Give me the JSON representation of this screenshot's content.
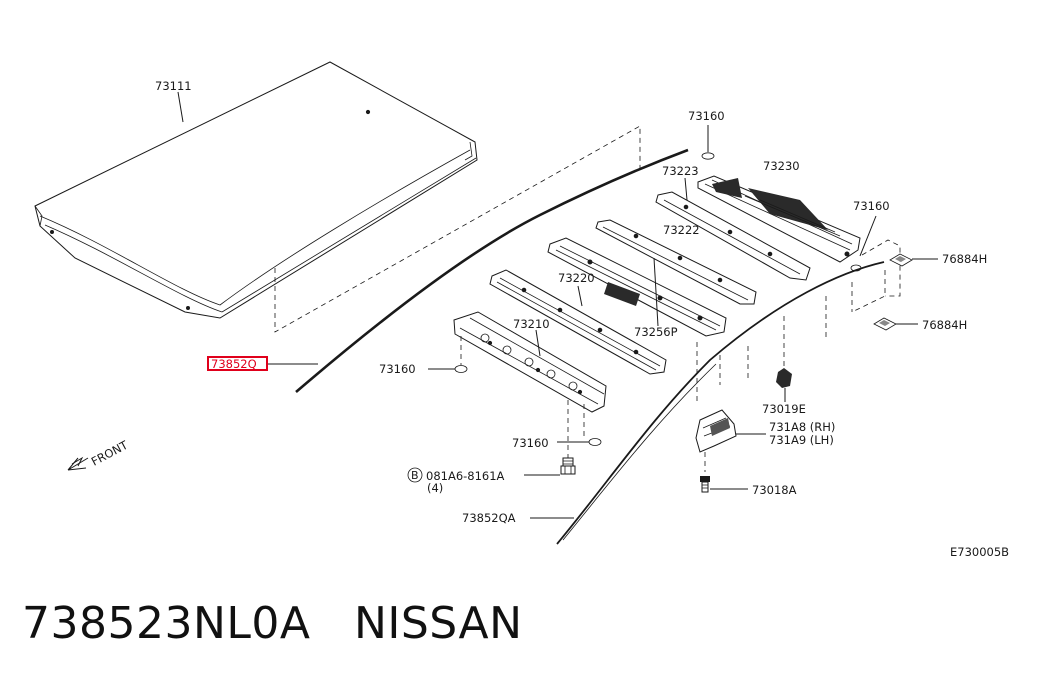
{
  "labels": {
    "p73111": "73111",
    "p73160_top": "73160",
    "p73230": "73230",
    "p73223": "73223",
    "p73160_right": "73160",
    "p76884H_a": "76884H",
    "p73222": "73222",
    "p76884H_b": "76884H",
    "p73220": "73220",
    "p73256P": "73256P",
    "p73210": "73210",
    "p73852Q": "73852Q",
    "p73160_left": "73160",
    "p73019E": "73019E",
    "p731A8": "731A8 (RH)",
    "p731A9": "731A9 (LH)",
    "p73160_bottom": "73160",
    "pBolt": "081A6-8161A",
    "pBoltQty": "(4)",
    "pBoltMark": "B",
    "p73018A": "73018A",
    "p73852QA": "73852QA",
    "front": "FRONT",
    "ref": "E730005B"
  },
  "caption": "738523NL0A   NISSAN",
  "highlight_color": "#e0001b"
}
